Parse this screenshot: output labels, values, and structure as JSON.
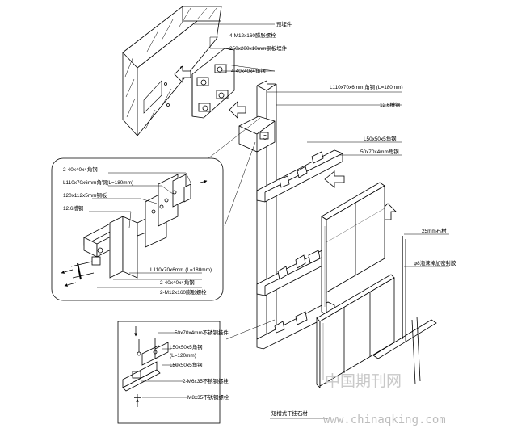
{
  "labels": {
    "wall": "预埋件",
    "bolts_main": "4-M12x160膨胀螺栓",
    "plate_main": "250x200x10mm钢板埋件",
    "angle_main": "4-40x40x4角钢",
    "channel_main": "L110x70x6mm 角钢 (L=180mm)",
    "channel_steel": "12.6槽钢",
    "angle_l50": "L50x50x5角钢",
    "angle_50x70": "50x70x4mm角钢",
    "panel_thk": "25mm石材",
    "sealant": "φ8泡沫棒加密封胶",
    "d1_angle": "2-40x40x4角钢",
    "d1_channel": "L110x70x6mm角钢(L=180mm)",
    "d1_plate": "120x112x5mm钢板",
    "d1_steel": "12.6槽钢",
    "d1_bottom1": "L110x70x6mm (L=180mm)",
    "d1_bottom2": "2-40x40x4角钢",
    "d1_bottom3": "2-M12x160膨胀螺栓",
    "d2_angle": "50x70x4mm不锈钢挂件",
    "d2_l50_a": "L50x50x5角钢",
    "d2_l50_a2": "(L=120mm)",
    "d2_l50_b": "L50x50x5角钢",
    "d2_bolt1": "2-M6x35不锈钢螺栓",
    "d2_bolt2": "M8x35不锈钢螺栓",
    "caption": "短槽式干挂石材"
  },
  "watermark": {
    "cn": "中国期刊网",
    "url": "www.chinaqking.com"
  }
}
